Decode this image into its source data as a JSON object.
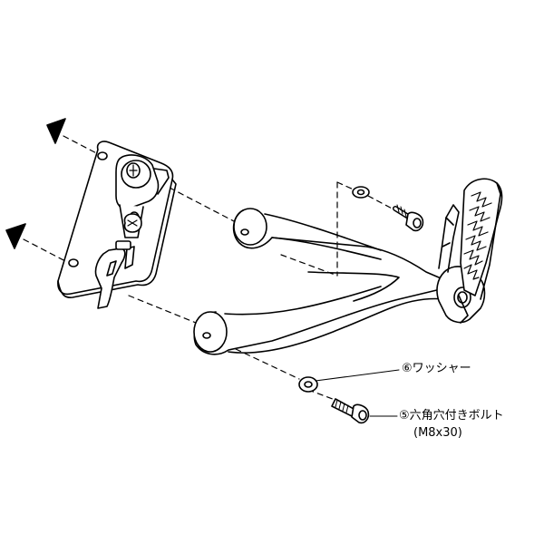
{
  "labels": {
    "washer": "⑥ワッシャー",
    "bolt": "⑤六角穴付きボルト",
    "bolt_size": "(M8x30)"
  },
  "colors": {
    "line": "#000000",
    "background": "#ffffff"
  }
}
